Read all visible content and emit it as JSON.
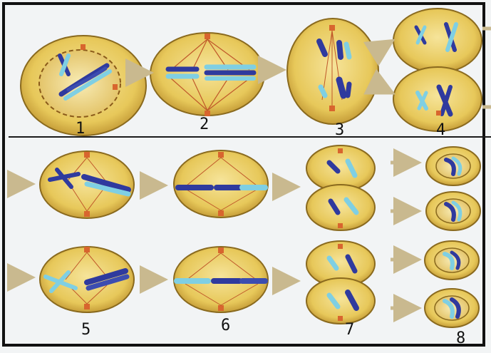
{
  "stage_labels": [
    "1",
    "2",
    "3",
    "4",
    "5",
    "6",
    "7",
    "8"
  ],
  "colors": {
    "cell_fill": "#e7c85a",
    "cell_edge": "#8a6a1e",
    "chromosome_dark": "#2f3a9e",
    "chromosome_light": "#7fcfe3",
    "spindle": "#c0582a",
    "arrow": "#c9b98f"
  }
}
